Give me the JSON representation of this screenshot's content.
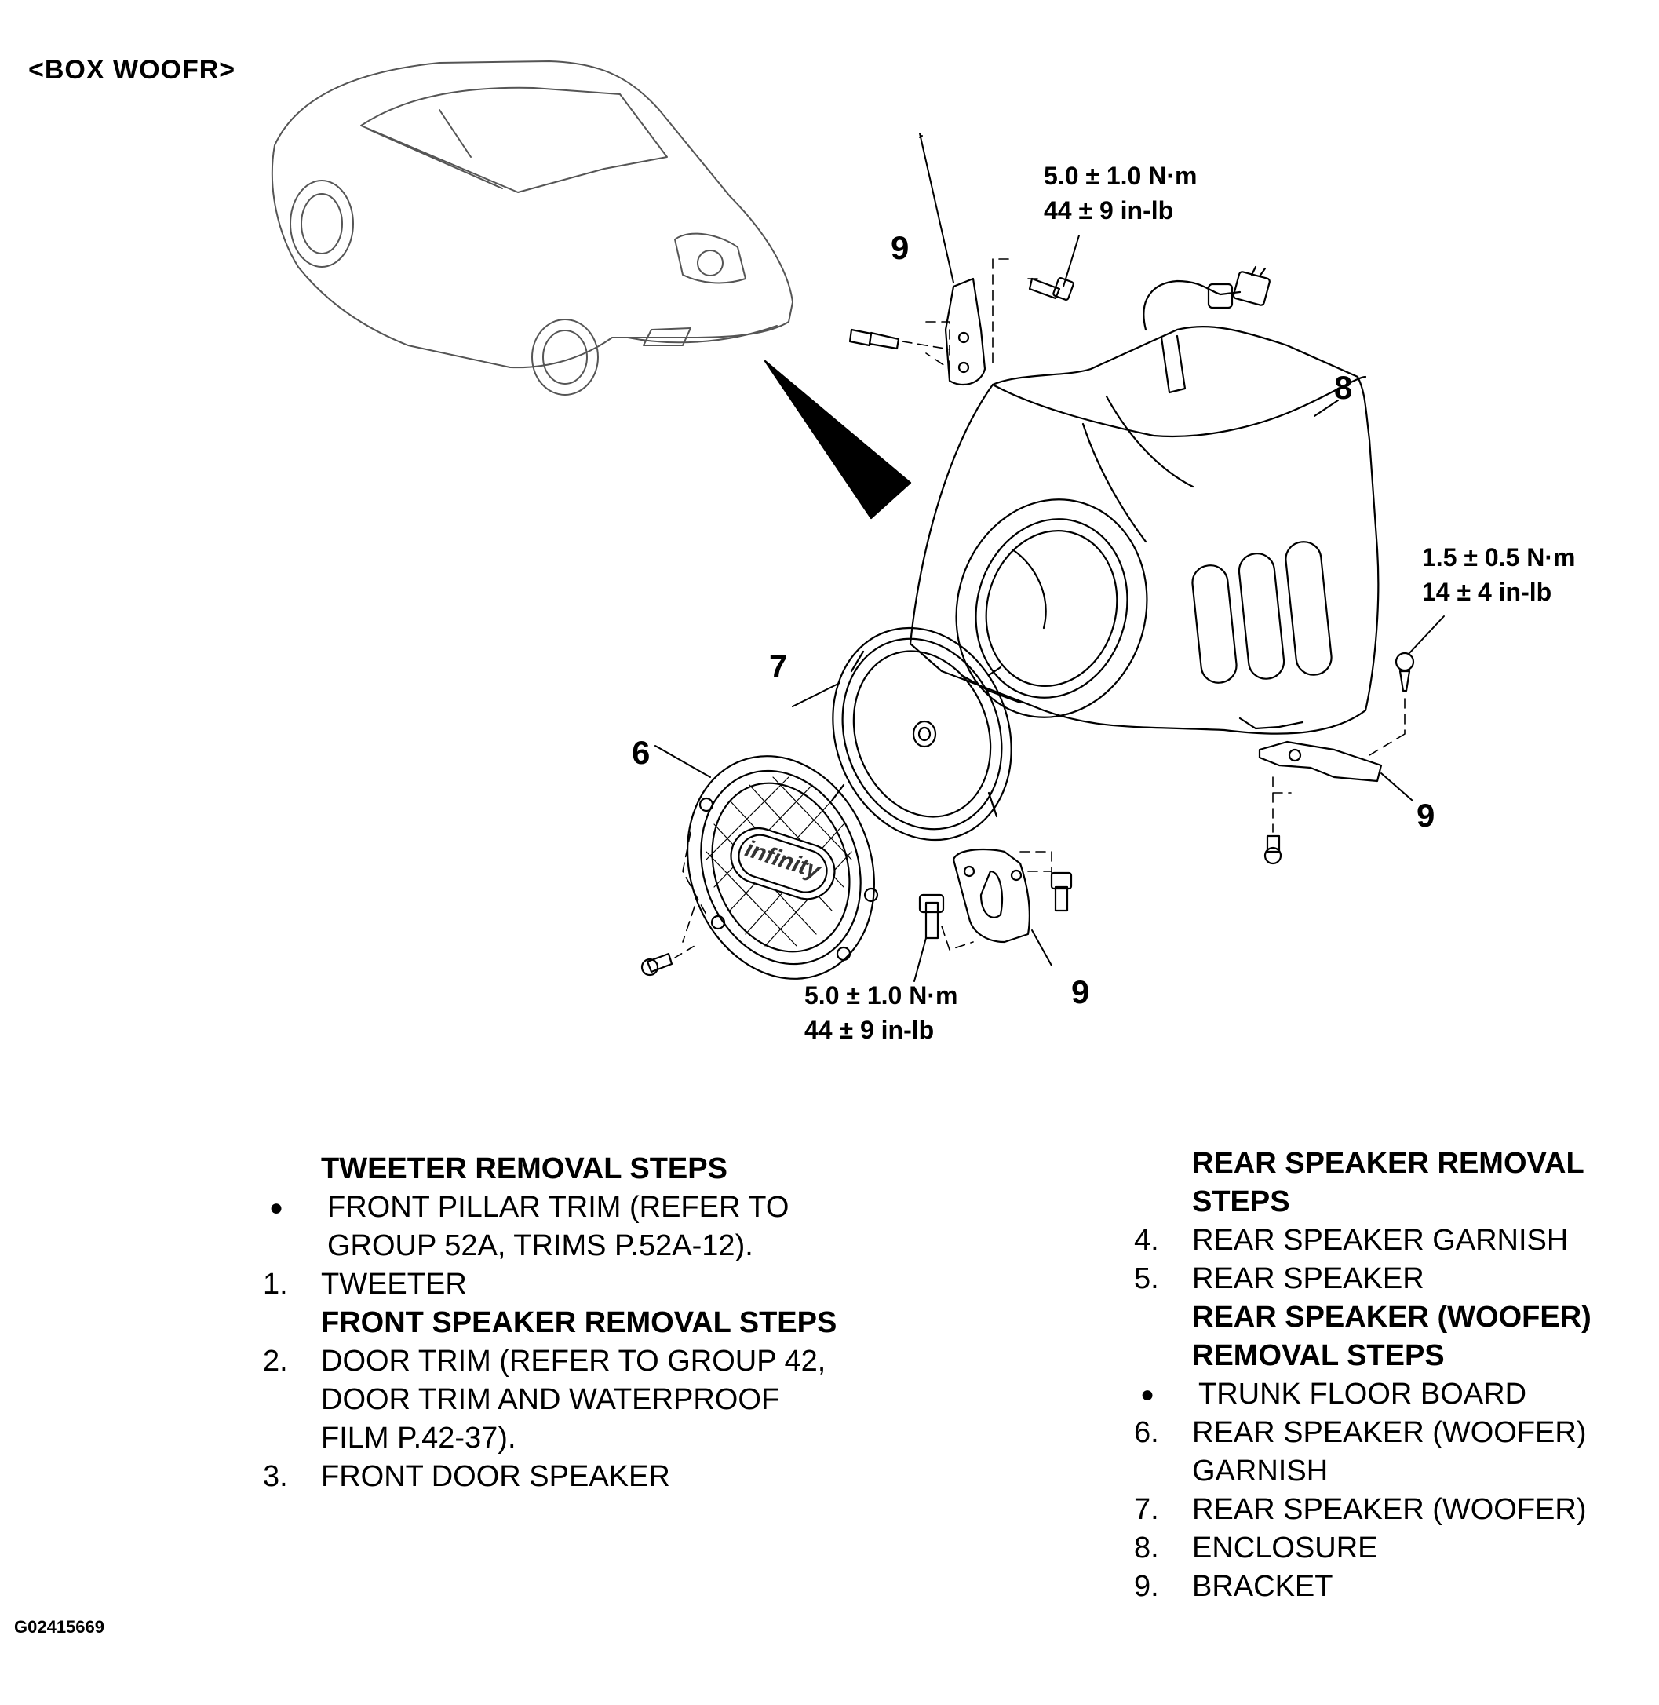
{
  "header": "<BOX  WOOFR>",
  "callouts": {
    "c9_top": "9",
    "c8": "8",
    "c7": "7",
    "c6": "6",
    "c9_right": "9",
    "c9_bottom": "9"
  },
  "torques": {
    "top": {
      "line1": "5.0 ± 1.0 N·m",
      "line2": "44 ± 9 in-lb"
    },
    "right": {
      "line1": "1.5 ± 0.5 N·m",
      "line2": "14 ± 4 in-lb"
    },
    "bottom": {
      "line1": "5.0 ± 1.0 N·m",
      "line2": "44 ± 9 in-lb"
    }
  },
  "logo_text": "infinity",
  "steps_left": [
    {
      "num": "",
      "text": "TWEETER REMOVAL STEPS",
      "heading": true
    },
    {
      "num": "●",
      "text": "FRONT PILLAR TRIM (REFER TO GROUP 52A, TRIMS P.52A-12).",
      "heading": false
    },
    {
      "num": "1.",
      "text": "TWEETER",
      "heading": false
    },
    {
      "num": "",
      "text": "FRONT SPEAKER REMOVAL STEPS",
      "heading": true
    },
    {
      "num": "2.",
      "text": "DOOR TRIM (REFER TO GROUP 42, DOOR TRIM AND WATERPROOF FILM P.42-37).",
      "heading": false
    },
    {
      "num": "3.",
      "text": "FRONT DOOR SPEAKER",
      "heading": false
    }
  ],
  "steps_right": [
    {
      "num": "",
      "text": "REAR SPEAKER REMOVAL STEPS",
      "heading": true
    },
    {
      "num": "4.",
      "text": "REAR SPEAKER GARNISH",
      "heading": false
    },
    {
      "num": "5.",
      "text": "REAR SPEAKER",
      "heading": false
    },
    {
      "num": "",
      "text": "REAR SPEAKER (WOOFER) REMOVAL STEPS",
      "heading": true
    },
    {
      "num": "●",
      "text": "TRUNK FLOOR BOARD",
      "heading": false
    },
    {
      "num": "6.",
      "text": "REAR SPEAKER (WOOFER) GARNISH",
      "heading": false
    },
    {
      "num": "7.",
      "text": "REAR SPEAKER (WOOFER)",
      "heading": false
    },
    {
      "num": "8.",
      "text": "ENCLOSURE",
      "heading": false
    },
    {
      "num": "9.",
      "text": "BRACKET",
      "heading": false
    }
  ],
  "figure_id": "G02415669"
}
